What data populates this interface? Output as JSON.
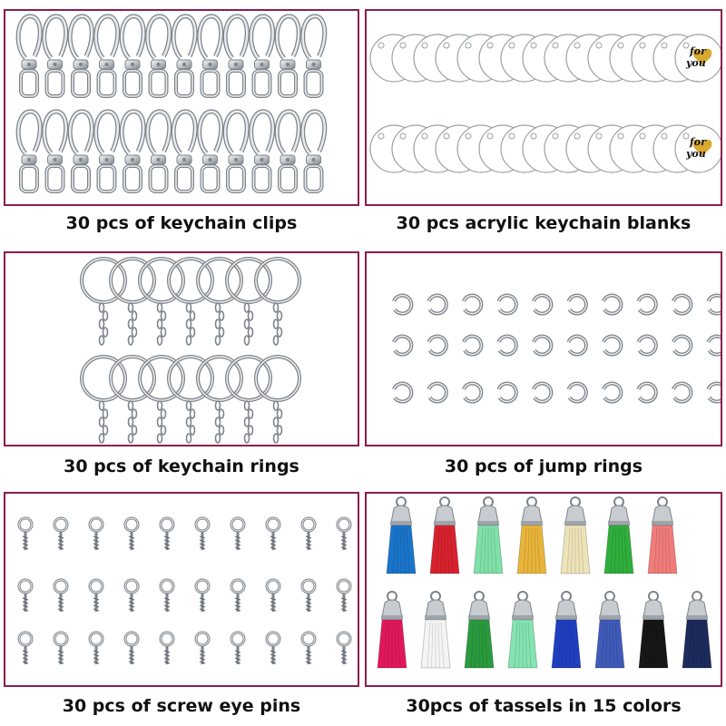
{
  "panels": [
    {
      "caption": "30 pcs of keychain clips",
      "item": "lobster-clip-icon"
    },
    {
      "caption": "30 pcs acrylic keychain blanks",
      "item": "acrylic-disc-icon",
      "disc_text": "for you"
    },
    {
      "caption": "30 pcs of keychain rings",
      "item": "split-ring-chain-icon"
    },
    {
      "caption": "30 pcs of jump rings",
      "item": "jump-ring-icon"
    },
    {
      "caption": "30 pcs of screw eye pins",
      "item": "screw-eye-pin-icon"
    },
    {
      "caption": "30pcs of tassels in 15 colors",
      "item": "tassel-icon"
    }
  ],
  "colors": {
    "frame_border": "#8c1d4d",
    "metal": "#c0c4c8",
    "metal_dark": "#7e848a",
    "heart_gold": "#d4a017"
  },
  "tassel_colors": [
    "#1a74c9",
    "#d7222e",
    "#7fe0a8",
    "#e8b43a",
    "#ede3b8",
    "#2fae3c",
    "#f07c7a",
    "#e0185a",
    "#f4f4f4",
    "#2a9a3e",
    "#84e3b1",
    "#1f3fbf",
    "#3f5ab8",
    "#161616",
    "#1c2a5c"
  ]
}
